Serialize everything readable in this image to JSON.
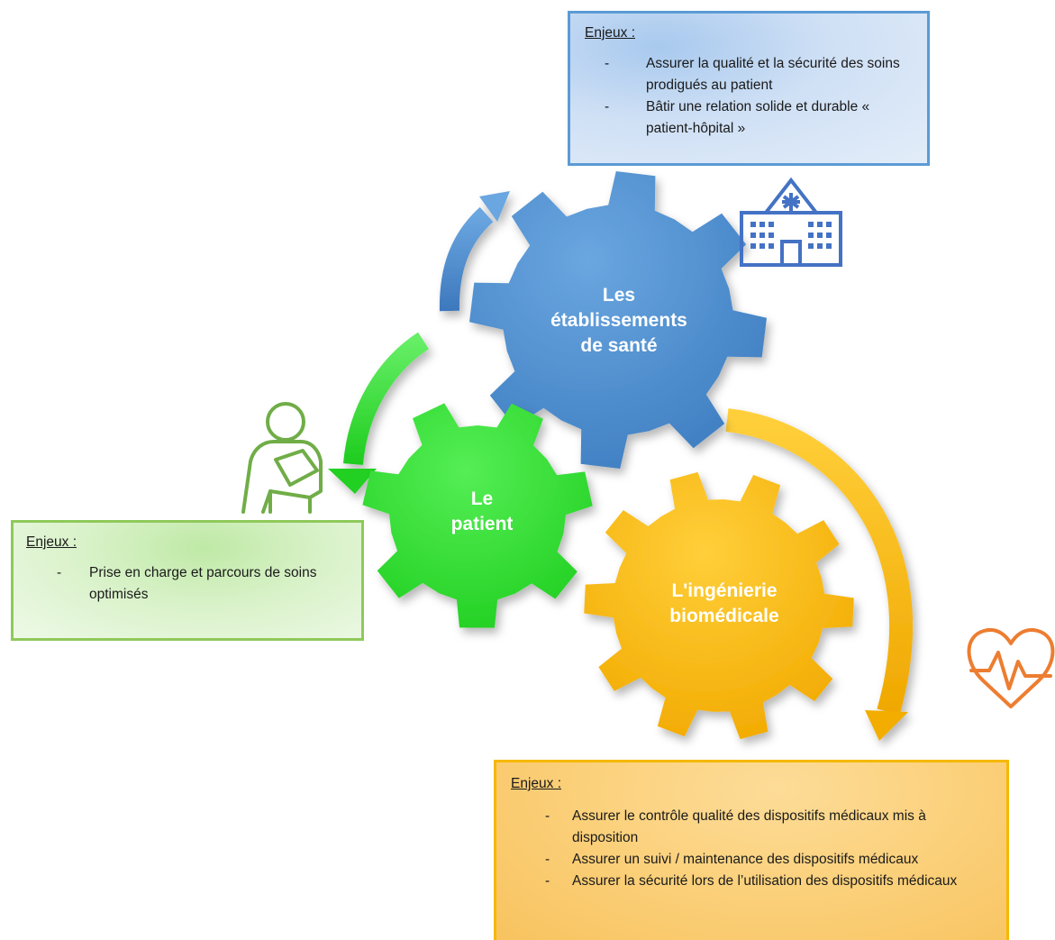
{
  "diagram": {
    "gears": [
      {
        "id": "etablissements",
        "lines": [
          "Les",
          "établissements",
          "de santé"
        ],
        "color": "#4a89c9"
      },
      {
        "id": "patient",
        "lines": [
          "Le",
          "patient"
        ],
        "color": "#33dd33"
      },
      {
        "id": "ingenierie",
        "lines": [
          "L'ingénierie",
          "biomédicale"
        ],
        "color": "#f6b700"
      }
    ],
    "boxes": {
      "etablissements": {
        "title": "Enjeux :",
        "items": [
          "Assurer la qualité et la sécurité des soins prodigués au patient",
          "Bâtir une relation solide et durable « patient-hôpital »"
        ]
      },
      "patient": {
        "title": "Enjeux :",
        "items": [
          "Prise en charge et parcours de soins optimisés"
        ]
      },
      "ingenierie": {
        "title": "Enjeux :",
        "items": [
          "Assurer le contrôle qualité des dispositifs médicaux mis à disposition",
          "Assurer un suivi / maintenance des dispositifs médicaux",
          "Assurer la sécurité lors de l’utilisation des dispositifs médicaux"
        ]
      }
    },
    "icons": [
      {
        "name": "hospital-icon",
        "color": "#4472c4"
      },
      {
        "name": "patient-sling-icon",
        "color": "#70ad47"
      },
      {
        "name": "heart-pulse-icon",
        "color": "#ed7d31"
      }
    ],
    "arrows": [
      {
        "name": "arrow-patient-to-etablissements",
        "color": "#5b9bd5"
      },
      {
        "name": "arrow-etablissements-to-patient",
        "color": "#33cc33"
      },
      {
        "name": "arrow-etablissements-to-ingenierie",
        "color": "#f5b800"
      }
    ]
  }
}
